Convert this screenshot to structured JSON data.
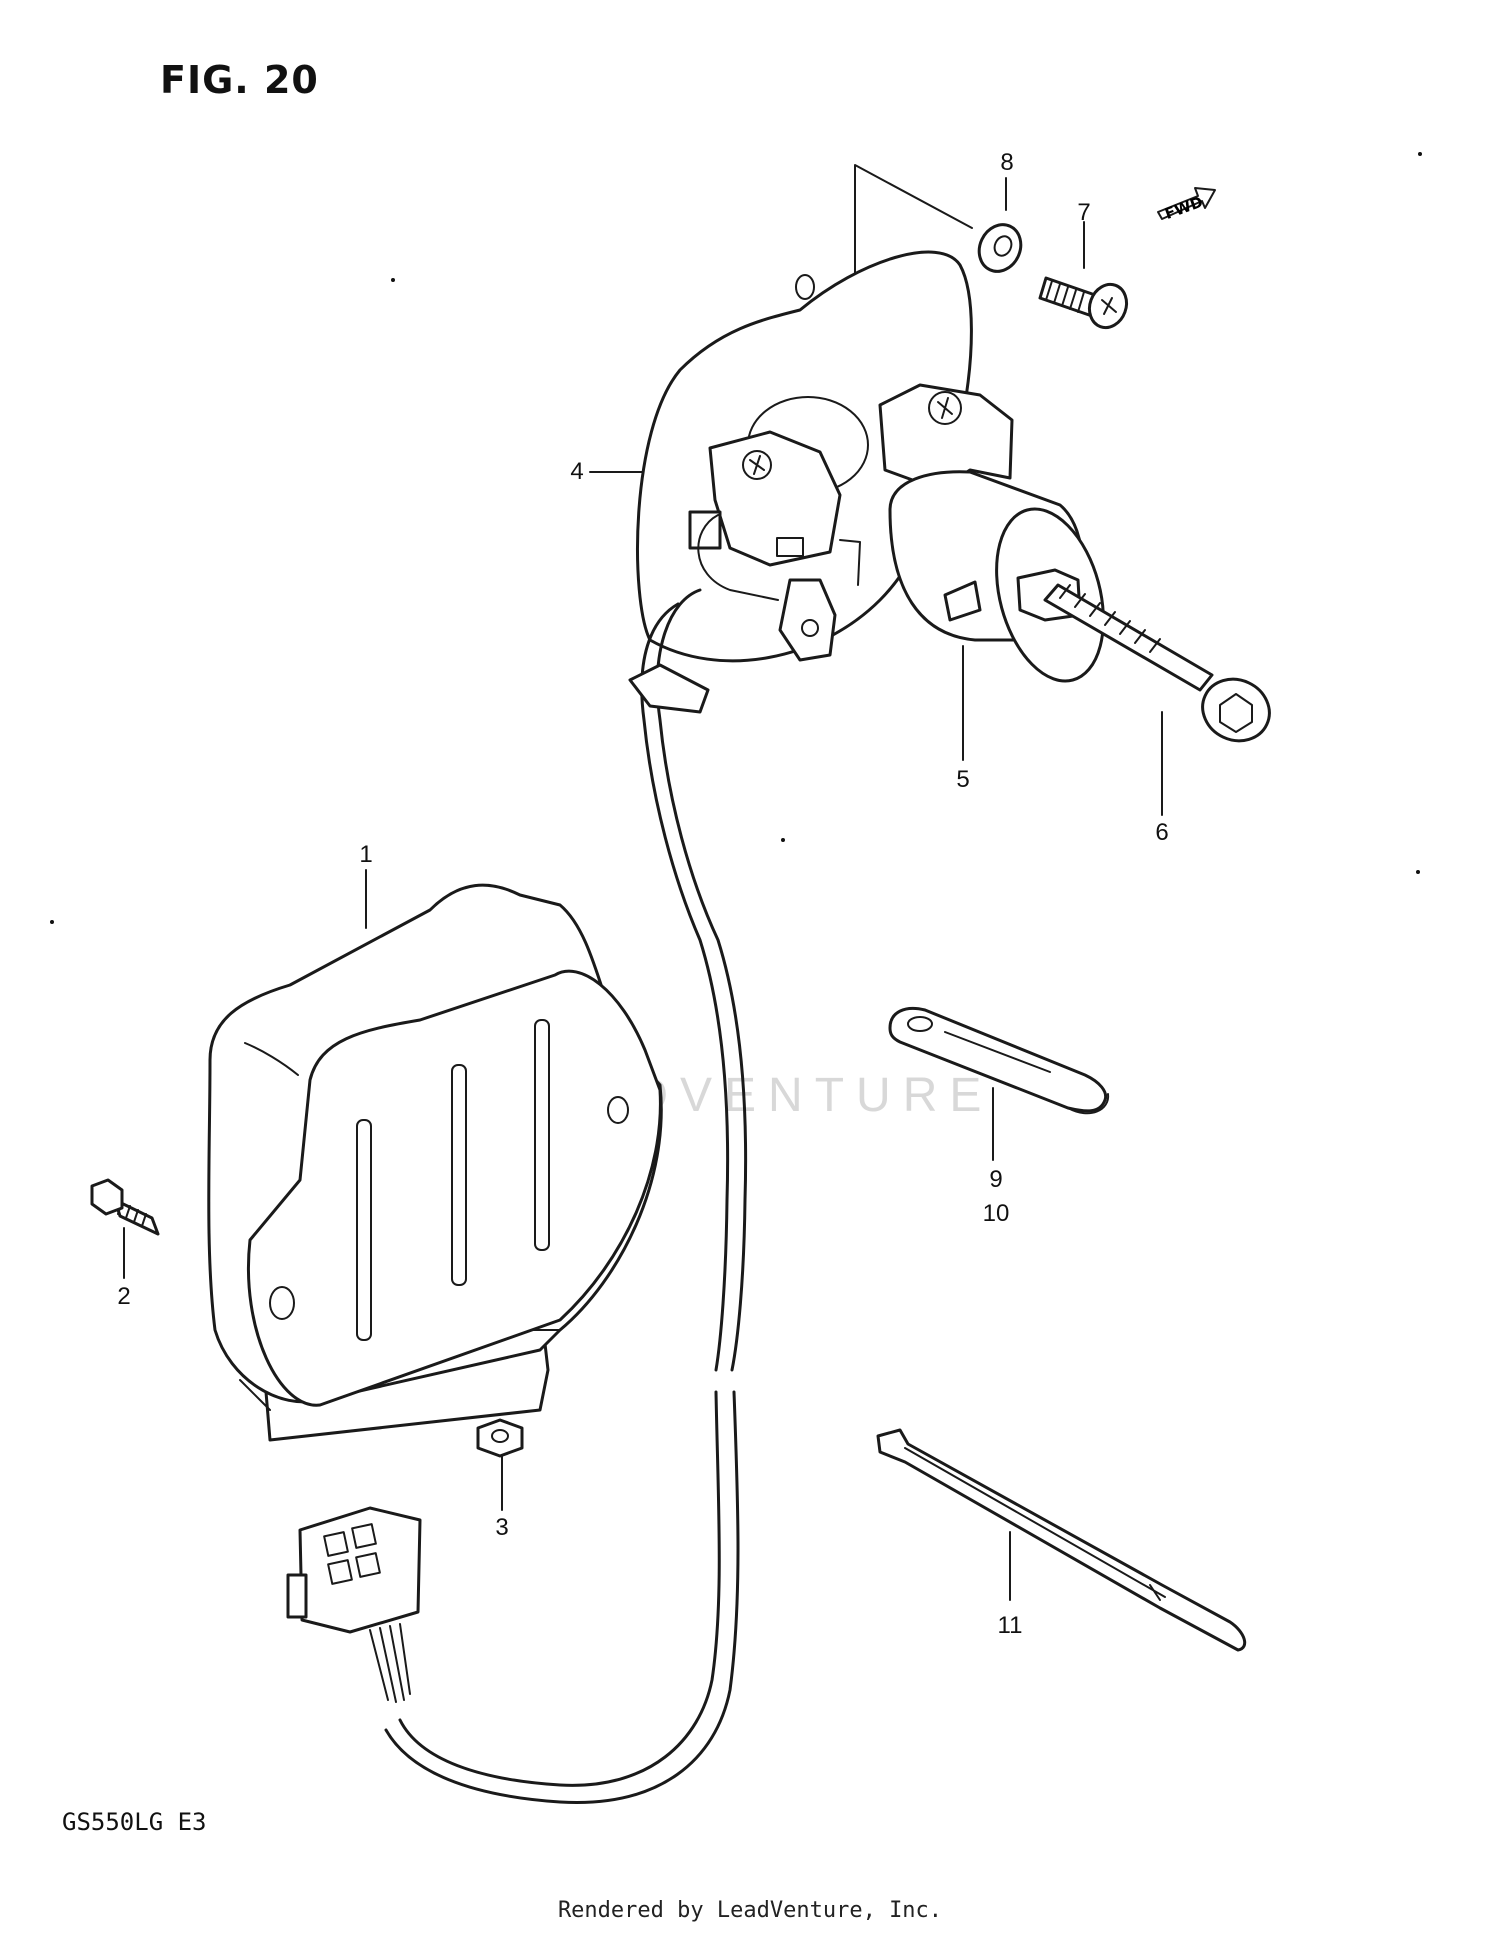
{
  "figure_label": "FIG. 20",
  "model_code": "GS550LG E3",
  "footer_text": "Rendered by LeadVenture, Inc.",
  "watermark_text": "LEADVENTURE",
  "direction_badge": "FWD",
  "callouts": {
    "c1": "1",
    "c2": "2",
    "c3": "3",
    "c4": "4",
    "c5": "5",
    "c6": "6",
    "c7": "7",
    "c8": "8",
    "c9": "9",
    "c10": "10",
    "c11": "11"
  }
}
